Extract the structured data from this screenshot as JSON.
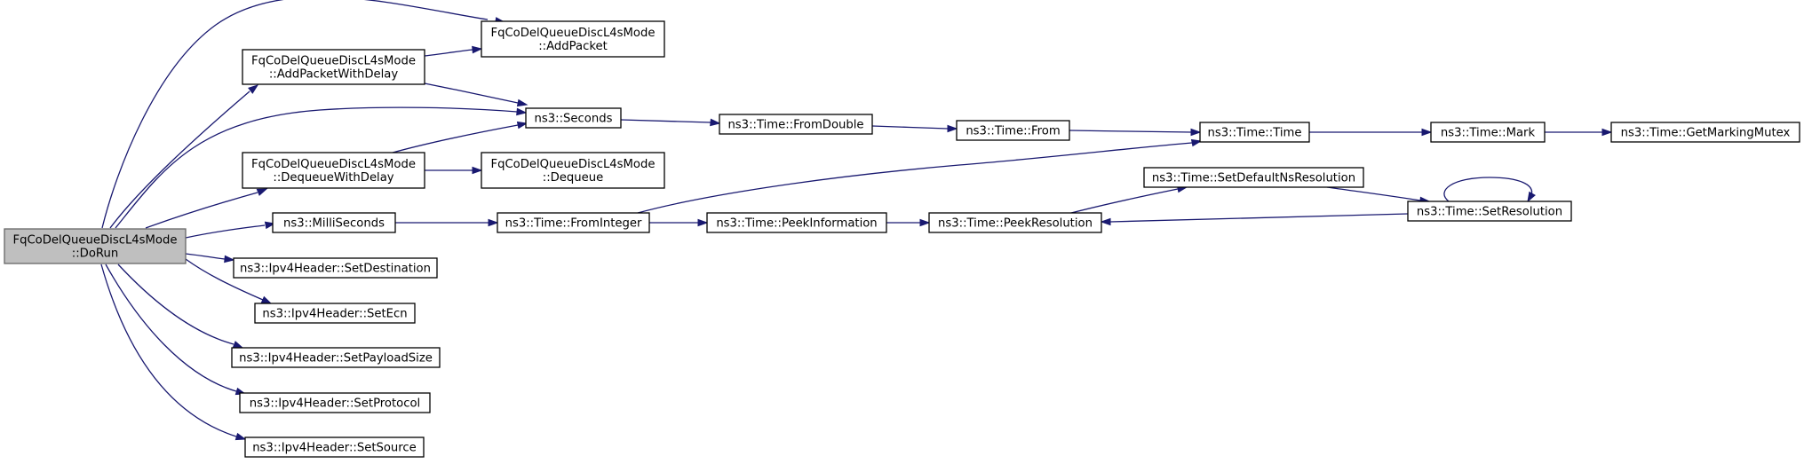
{
  "diagram": {
    "type": "call-graph",
    "colors": {
      "edge": "#191970",
      "root_fill": "#bfbfbf",
      "node_fill": "#ffffff",
      "node_border": "#000000"
    },
    "nodes": [
      {
        "id": "dorun",
        "lines": [
          "FqCoDelQueueDiscL4sMode",
          "::DoRun"
        ]
      },
      {
        "id": "addpacket",
        "lines": [
          "FqCoDelQueueDiscL4sMode",
          "::AddPacket"
        ]
      },
      {
        "id": "addpacketdelay",
        "lines": [
          "FqCoDelQueueDiscL4sMode",
          "::AddPacketWithDelay"
        ]
      },
      {
        "id": "seconds",
        "lines": [
          "ns3::Seconds"
        ]
      },
      {
        "id": "dequeuedelay",
        "lines": [
          "FqCoDelQueueDiscL4sMode",
          "::DequeueWithDelay"
        ]
      },
      {
        "id": "dequeue",
        "lines": [
          "FqCoDelQueueDiscL4sMode",
          "::Dequeue"
        ]
      },
      {
        "id": "milliseconds",
        "lines": [
          "ns3::MilliSeconds"
        ]
      },
      {
        "id": "setdest",
        "lines": [
          "ns3::Ipv4Header::SetDestination"
        ]
      },
      {
        "id": "setecn",
        "lines": [
          "ns3::Ipv4Header::SetEcn"
        ]
      },
      {
        "id": "setpayload",
        "lines": [
          "ns3::Ipv4Header::SetPayloadSize"
        ]
      },
      {
        "id": "setprotocol",
        "lines": [
          "ns3::Ipv4Header::SetProtocol"
        ]
      },
      {
        "id": "setsource",
        "lines": [
          "ns3::Ipv4Header::SetSource"
        ]
      },
      {
        "id": "fromdouble",
        "lines": [
          "ns3::Time::FromDouble"
        ]
      },
      {
        "id": "from",
        "lines": [
          "ns3::Time::From"
        ]
      },
      {
        "id": "time",
        "lines": [
          "ns3::Time::Time"
        ]
      },
      {
        "id": "mark",
        "lines": [
          "ns3::Time::Mark"
        ]
      },
      {
        "id": "getmarkingmutex",
        "lines": [
          "ns3::Time::GetMarkingMutex"
        ]
      },
      {
        "id": "frominteger",
        "lines": [
          "ns3::Time::FromInteger"
        ]
      },
      {
        "id": "peekinfo",
        "lines": [
          "ns3::Time::PeekInformation"
        ]
      },
      {
        "id": "peekres",
        "lines": [
          "ns3::Time::PeekResolution"
        ]
      },
      {
        "id": "setdefaultns",
        "lines": [
          "ns3::Time::SetDefaultNsResolution"
        ]
      },
      {
        "id": "setres",
        "lines": [
          "ns3::Time::SetResolution"
        ]
      }
    ],
    "edges": [
      {
        "from": "dorun",
        "to": "addpacket"
      },
      {
        "from": "dorun",
        "to": "addpacketdelay"
      },
      {
        "from": "dorun",
        "to": "seconds"
      },
      {
        "from": "dorun",
        "to": "dequeuedelay"
      },
      {
        "from": "dorun",
        "to": "milliseconds"
      },
      {
        "from": "dorun",
        "to": "setdest"
      },
      {
        "from": "dorun",
        "to": "setecn"
      },
      {
        "from": "dorun",
        "to": "setpayload"
      },
      {
        "from": "dorun",
        "to": "setprotocol"
      },
      {
        "from": "dorun",
        "to": "setsource"
      },
      {
        "from": "addpacketdelay",
        "to": "addpacket"
      },
      {
        "from": "addpacketdelay",
        "to": "seconds"
      },
      {
        "from": "dequeuedelay",
        "to": "seconds"
      },
      {
        "from": "dequeuedelay",
        "to": "dequeue"
      },
      {
        "from": "seconds",
        "to": "fromdouble"
      },
      {
        "from": "fromdouble",
        "to": "from"
      },
      {
        "from": "from",
        "to": "time"
      },
      {
        "from": "time",
        "to": "mark"
      },
      {
        "from": "mark",
        "to": "getmarkingmutex"
      },
      {
        "from": "milliseconds",
        "to": "frominteger"
      },
      {
        "from": "frominteger",
        "to": "time"
      },
      {
        "from": "frominteger",
        "to": "peekinfo"
      },
      {
        "from": "peekinfo",
        "to": "peekres"
      },
      {
        "from": "peekres",
        "to": "setdefaultns"
      },
      {
        "from": "setdefaultns",
        "to": "setres"
      },
      {
        "from": "setres",
        "to": "peekres"
      },
      {
        "from": "setres",
        "to": "setres"
      }
    ]
  }
}
